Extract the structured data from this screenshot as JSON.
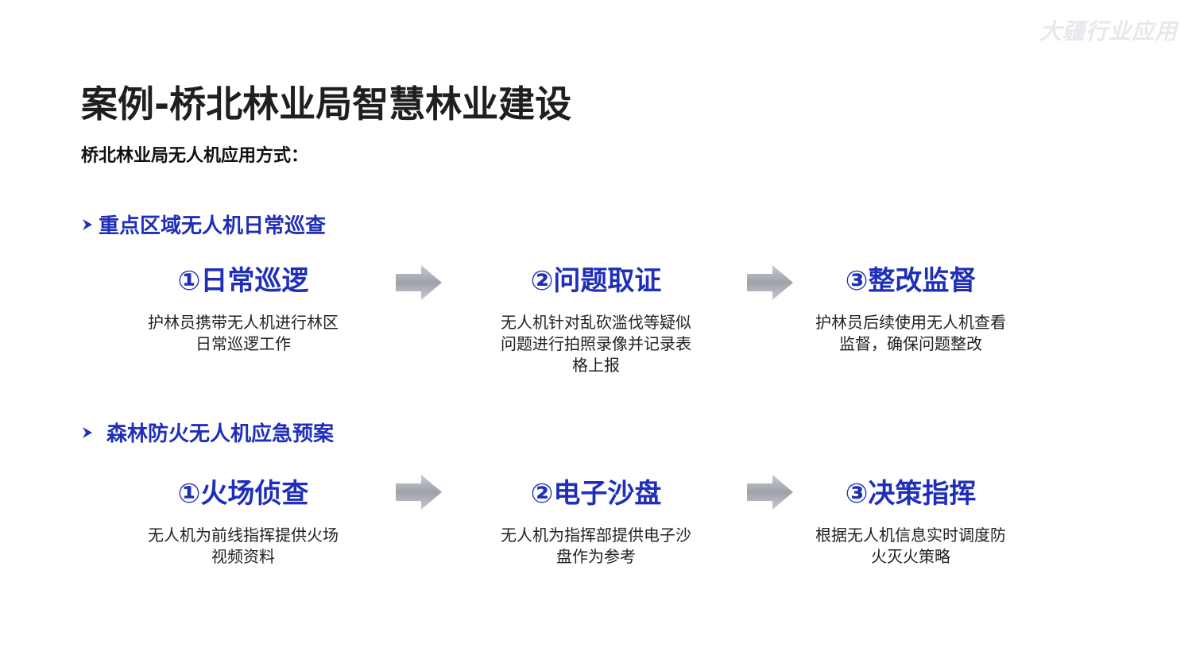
{
  "watermark": "大疆行业应用",
  "title": "案例-桥北林业局智慧林业建设",
  "subtitle": "桥北林业局无人机应用方式：",
  "sections": [
    {
      "heading": "重点区域无人机日常巡查",
      "steps": [
        {
          "title": "①日常巡逻",
          "desc": "护林员携带无人机进行林区日常巡逻工作"
        },
        {
          "title": "②问题取证",
          "desc": "无人机针对乱砍滥伐等疑似问题进行拍照录像并记录表格上报"
        },
        {
          "title": "③整改监督",
          "desc": "护林员后续使用无人机查看监督，确保问题整改"
        }
      ]
    },
    {
      "heading": "森林防火无人机应急预案",
      "steps": [
        {
          "title": "①火场侦查",
          "desc": "无人机为前线指挥提供火场视频资料"
        },
        {
          "title": "②电子沙盘",
          "desc": "无人机为指挥部提供电子沙盘作为参考"
        },
        {
          "title": "③决策指挥",
          "desc": "根据无人机信息实时调度防火灭火策略"
        }
      ]
    }
  ],
  "colors": {
    "accent": "#1f2fb8",
    "title": "#1f1f1f",
    "body_text": "#222222",
    "arrow": "#a9acb3"
  },
  "icons": {
    "bullet": "chevron-right-icon",
    "flow": "right-arrow-icon"
  }
}
